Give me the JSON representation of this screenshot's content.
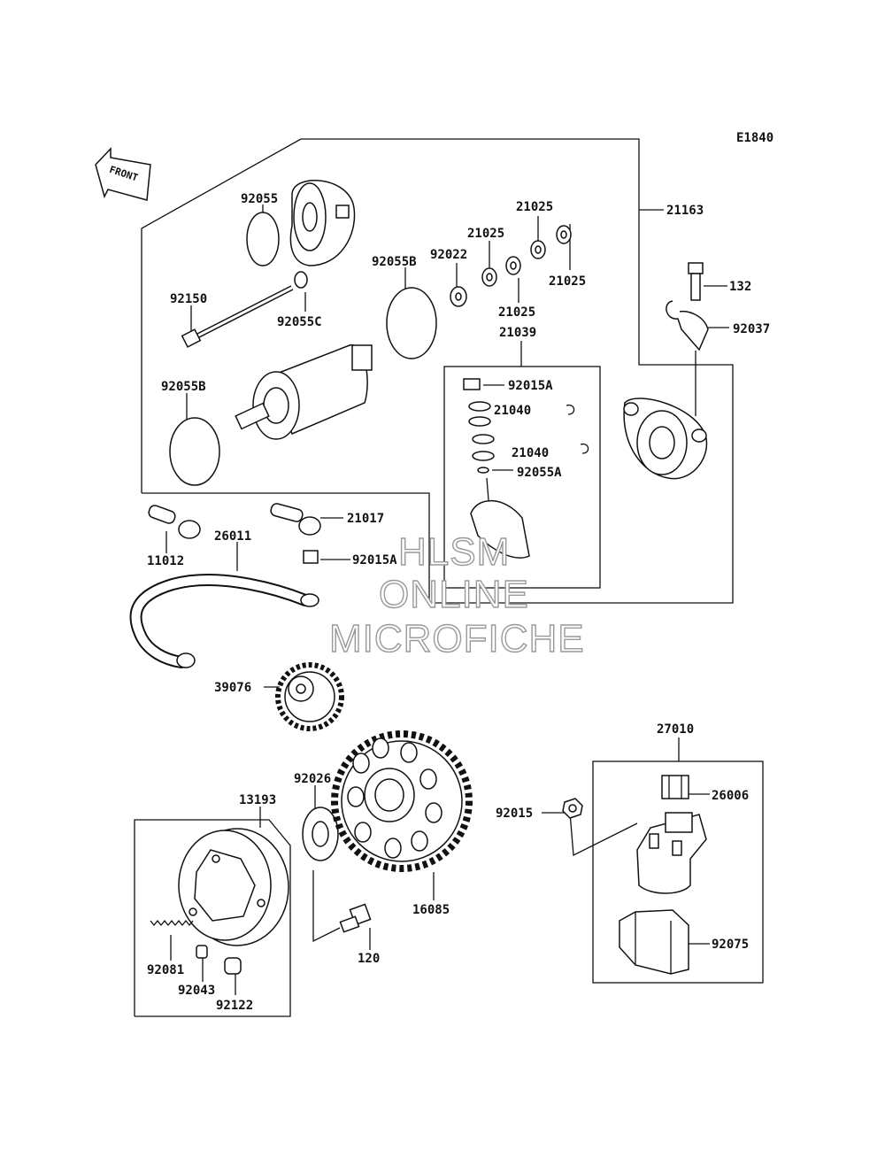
{
  "diagram_code": "E1840",
  "front_indicator": "FRONT",
  "watermark": [
    "HLSM",
    "ONLINE",
    "MICROFICHE"
  ],
  "part_labels": {
    "p92055": "92055",
    "p92150": "92150",
    "p92055C": "92055C",
    "p92055B_a": "92055B",
    "p92055B_b": "92055B",
    "p92022": "92022",
    "p21025_a": "21025",
    "p21025_b": "21025",
    "p21025_c": "21025",
    "p21025_d": "21025",
    "p21163": "21163",
    "p132": "132",
    "p92037": "92037",
    "p21039": "21039",
    "p92015A_a": "92015A",
    "p21040_a": "21040",
    "p21040_b": "21040",
    "p92055A": "92055A",
    "p21017": "21017",
    "p11012": "11012",
    "p26011": "26011",
    "p92015A_b": "92015A",
    "p39076": "39076",
    "p92026": "92026",
    "p13193": "13193",
    "p16085": "16085",
    "p120": "120",
    "p92081": "92081",
    "p92043": "92043",
    "p92122": "92122",
    "p27010": "27010",
    "p26006": "26006",
    "p92015": "92015",
    "p92075": "92075"
  }
}
